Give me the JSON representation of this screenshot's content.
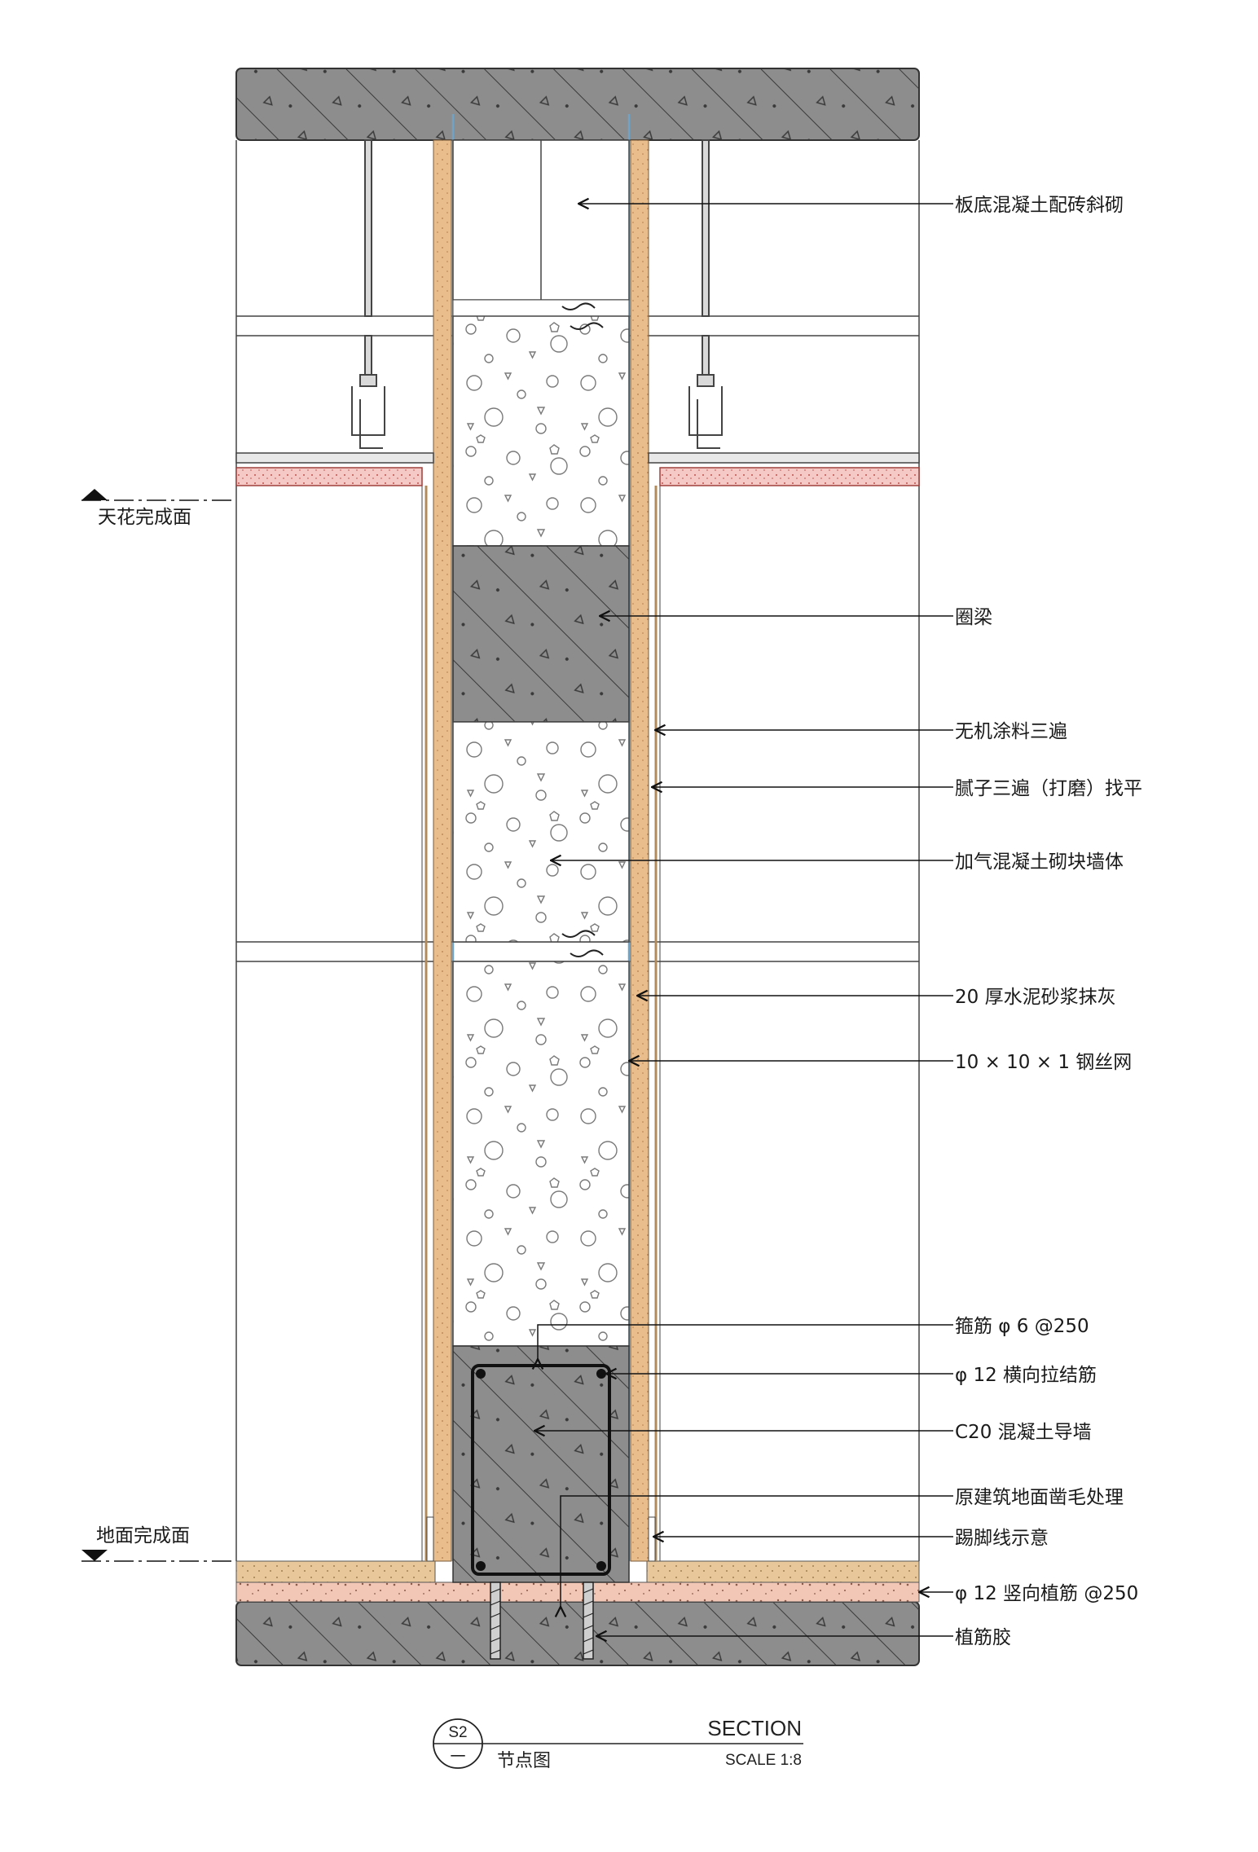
{
  "annotations": {
    "a1": "板底混凝土配砖斜砌",
    "a2": "圈梁",
    "a3": "无机涂料三遍",
    "a4": "腻子三遍（打磨）找平",
    "a5": "加气混凝土砌块墙体",
    "a6": "20 厚水泥砂浆抹灰",
    "a7": "10 × 10 × 1 钢丝网",
    "a8": "箍筋 φ 6 @250",
    "a9": "φ 12 横向拉结筋",
    "a10": "C20 混凝土导墙",
    "a11": "原建筑地面凿毛处理",
    "a12": "踢脚线示意",
    "a13": "φ 12 竖向植筋 @250",
    "a14": "植筋胶"
  },
  "levels": {
    "ceiling": "天花完成面",
    "floor": "地面完成面"
  },
  "title_block": {
    "code": "S2",
    "sub": "一",
    "title": "SECTION",
    "name": "节点图",
    "scale": "SCALE 1:8"
  },
  "colors": {
    "concrete": "#8d8d8d",
    "plaster": "#e9bd8c",
    "mesh": "#6fa3c7",
    "screed": "#f2c7b5"
  }
}
